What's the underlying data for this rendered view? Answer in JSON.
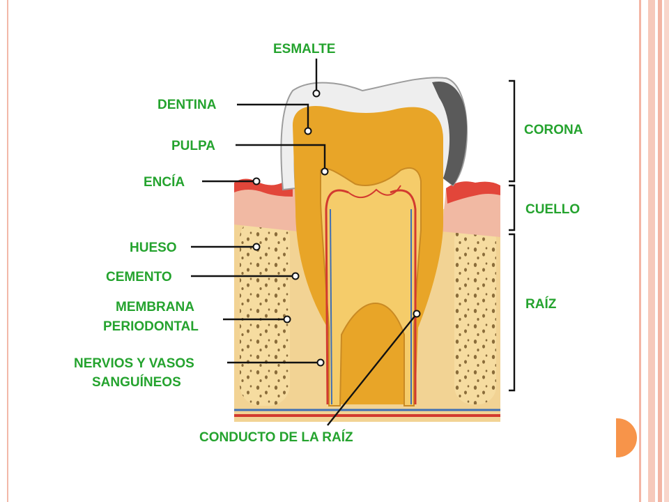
{
  "labels": {
    "esmalte": "ESMALTE",
    "dentina": "DENTINA",
    "pulpa": "PULPA",
    "encia": "ENCÍA",
    "hueso": "HUESO",
    "cemento": "CEMENTO",
    "membrana_1": "MEMBRANA",
    "membrana_2": "PERIODONTAL",
    "nervios_1": "NERVIOS Y VASOS",
    "nervios_2": "SANGUÍNEOS",
    "conducto": "CONDUCTO DE LA RAÍZ",
    "corona": "CORONA",
    "cuello": "CUELLO",
    "raiz": "RAÍZ"
  },
  "colors": {
    "label_green": "#24a32e",
    "accent_orange": "#f7944a",
    "frame_salmon": "#f3b5a4"
  }
}
